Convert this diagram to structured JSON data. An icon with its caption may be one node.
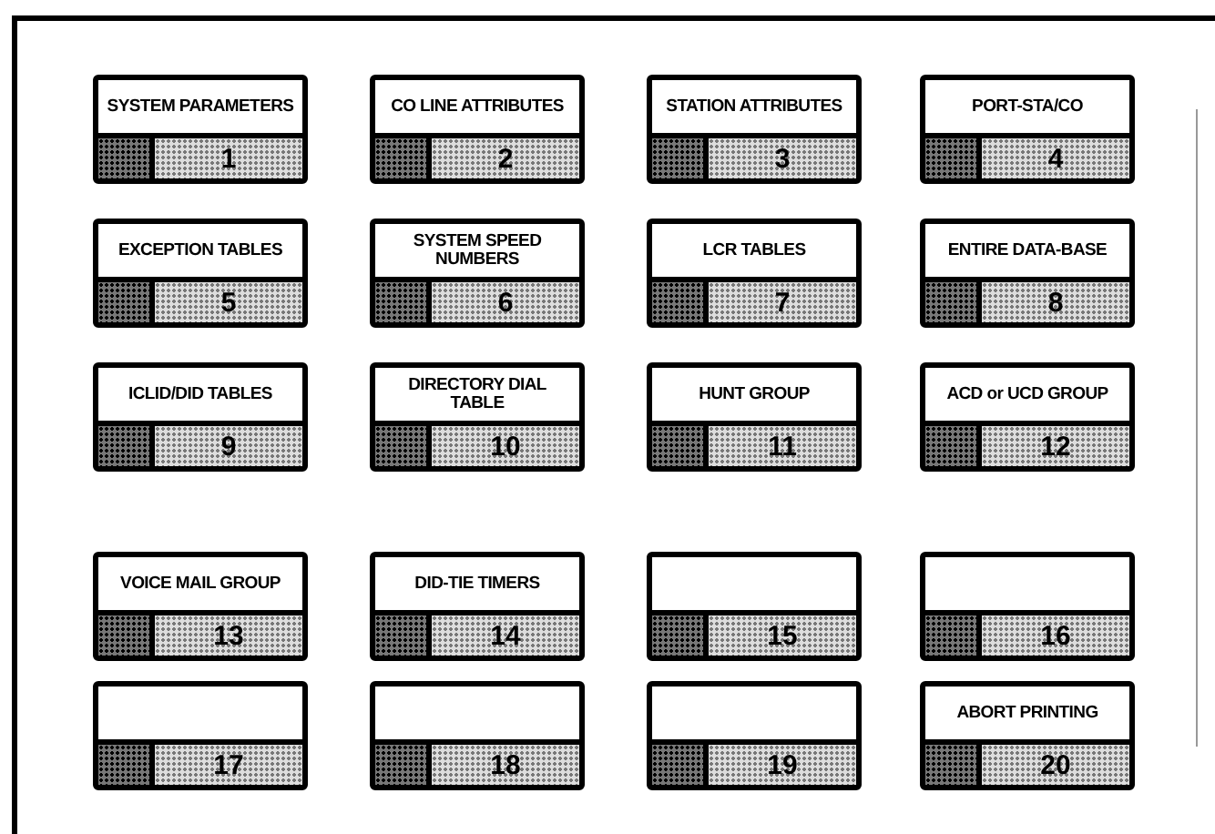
{
  "diagram": {
    "nodes": [
      {
        "text": [
          "SYSTEM PARAMETERS",
          "1"
        ]
      },
      {
        "text": [
          "CO LINE ATTRIBUTES",
          "2"
        ]
      },
      {
        "text": [
          "STATION ATTRIBUTES",
          "3"
        ]
      },
      {
        "text": [
          "PORT-STA/CO",
          "4"
        ]
      },
      {
        "text": [
          "EXCEPTION TABLES",
          "5"
        ]
      },
      {
        "text": [
          "SYSTEM SPEED NUMBERS",
          "6"
        ]
      },
      {
        "text": [
          "LCR TABLES",
          "7"
        ]
      },
      {
        "text": [
          "ENTIRE DATA-BASE",
          "8"
        ]
      },
      {
        "text": [
          "ICLID/DID TABLES",
          "9"
        ]
      },
      {
        "text": [
          "DIRECTORY DIAL TABLE",
          "10"
        ]
      },
      {
        "text": [
          "HUNT GROUP",
          "11"
        ]
      },
      {
        "text": [
          "ACD or UCD GROUP",
          "12"
        ]
      },
      {
        "text": [
          "VOICE MAIL GROUP",
          "13"
        ]
      },
      {
        "text": [
          "DID-TIE TIMERS",
          "14"
        ]
      },
      {
        "text": [
          "15"
        ]
      },
      {
        "text": [
          "16"
        ]
      },
      {
        "text": [
          "17"
        ]
      },
      {
        "text": [
          "18"
        ]
      },
      {
        "text": [
          "19"
        ]
      },
      {
        "text": [
          "ABORT PRINTING",
          "20"
        ]
      }
    ]
  }
}
